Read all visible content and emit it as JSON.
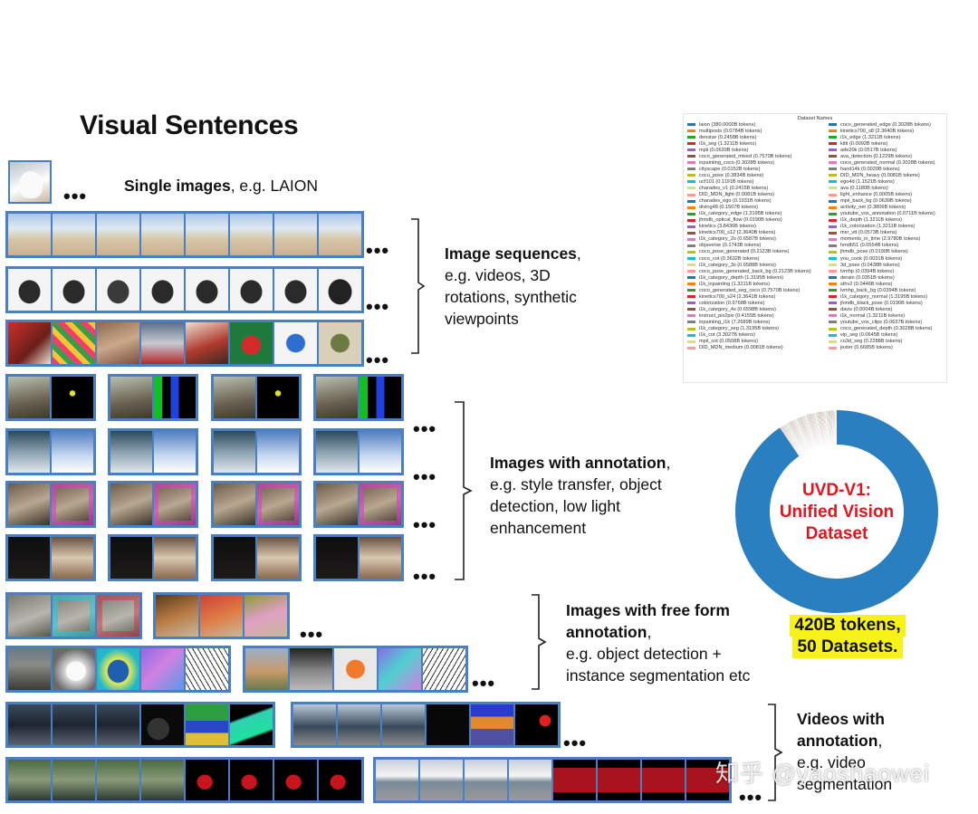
{
  "title": "Visual Sentences",
  "rows": {
    "single": {
      "bold": "Single images",
      "rest": ", e.g. LAION"
    },
    "sequences": {
      "bold": "Image sequences",
      "lines": [
        ",",
        "e.g. videos, 3D",
        "rotations, synthetic",
        "viewpoints"
      ]
    },
    "annotation": {
      "bold": "Images with annotation",
      "lines": [
        ",",
        "e.g. style transfer, object",
        "detection, low light",
        "enhancement"
      ]
    },
    "freeform": {
      "lines_bold": [
        "Images with free form",
        "annotation"
      ],
      "lines": [
        ",",
        " e.g. object detection +",
        "instance segmentation etc"
      ]
    },
    "videos": {
      "lines_bold": [
        "Videos with",
        "annotation"
      ],
      "lines": [
        ",",
        "e.g. video",
        "segmentation"
      ]
    }
  },
  "ellipsis": "•••",
  "legend": {
    "title": "Dataset Names",
    "left": [
      {
        "label": "laion (380.0000B tokens)",
        "color": "#1f77b4"
      },
      {
        "label": "multiposts (0.0784B tokens)",
        "color": "#ff7f0e"
      },
      {
        "label": "densise (0.2458B tokens)",
        "color": "#2ca02c"
      },
      {
        "label": "i1k_seg (1.3211B tokens)",
        "color": "#d62728"
      },
      {
        "label": "mpii (0.0639B tokens)",
        "color": "#9467bd"
      },
      {
        "label": "coco_generated_mixed (0.7570B tokens)",
        "color": "#8c564b"
      },
      {
        "label": "inpainting_coco (0.3028B tokens)",
        "color": "#e377c2"
      },
      {
        "label": "cityscape (0.0152B tokens)",
        "color": "#7f7f7f"
      },
      {
        "label": "cocu_pose (0.3834B tokens)",
        "color": "#bcbd22"
      },
      {
        "label": "ucf101 (0.1191B tokens)",
        "color": "#17becf"
      },
      {
        "label": "charades_v1 (0.2415B tokens)",
        "color": "#dbdb8d"
      },
      {
        "label": "DID_MDN_light (0.0081B tokens)",
        "color": "#ff9896"
      },
      {
        "label": "charades_ego (0.1931B tokens)",
        "color": "#1f77b4"
      },
      {
        "label": "diving48 (0.1507B tokens)",
        "color": "#ff7f0e"
      },
      {
        "label": "i1k_category_edge (1.3195B tokens)",
        "color": "#2ca02c"
      },
      {
        "label": "jhmdb_optical_flow (0.0190B tokens)",
        "color": "#d62728"
      },
      {
        "label": "kinetics (3.8436B tokens)",
        "color": "#9467bd"
      },
      {
        "label": "kinetics700_s12 (2.3640B tokens)",
        "color": "#8c564b"
      },
      {
        "label": "i1k_category_2s (0.6587B tokens)",
        "color": "#e377c2"
      },
      {
        "label": "objaverse (0.1743B tokens)",
        "color": "#7f7f7f"
      },
      {
        "label": "coco_pose_generated (0.2123B tokens)",
        "color": "#bcbd22"
      },
      {
        "label": "coco_cot (0.3632B tokens)",
        "color": "#17becf"
      },
      {
        "label": "i1k_category_3s (0.6588B tokens)",
        "color": "#dbdb8d"
      },
      {
        "label": "coco_pose_generated_back_bg (0.2123B tokens)",
        "color": "#ff9896"
      },
      {
        "label": "i1k_category_depth (1.3195B tokens)",
        "color": "#1f77b4"
      },
      {
        "label": "i1k_inpainting (1.3211B tokens)",
        "color": "#ff7f0e"
      },
      {
        "label": "coco_generated_seg_coco (0.7570B tokens)",
        "color": "#2ca02c"
      },
      {
        "label": "kinetics700_s24 (2.3641B tokens)",
        "color": "#d62728"
      },
      {
        "label": "colorization (0.9768B tokens)",
        "color": "#9467bd"
      },
      {
        "label": "i1k_category_4s (0.6598B tokens)",
        "color": "#8c564b"
      },
      {
        "label": "instruct_pix2pix (0.4155B tokens)",
        "color": "#e377c2"
      },
      {
        "label": "inpainting_i1k (7.2689B tokens)",
        "color": "#7f7f7f"
      },
      {
        "label": "i1k_category_seg (1.3195B tokens)",
        "color": "#bcbd22"
      },
      {
        "label": "i1k_cot (3.3027B tokens)",
        "color": "#17becf"
      },
      {
        "label": "mpii_cot (0.0508B tokens)",
        "color": "#dbdb8d"
      },
      {
        "label": "DID_MDN_medium (0.0081B tokens)",
        "color": "#ff9896"
      }
    ],
    "right": [
      {
        "label": "coco_generated_edge (0.3028B tokens)",
        "color": "#1f77b4"
      },
      {
        "label": "kinetics700_s8 (2.3640B tokens)",
        "color": "#ff7f0e"
      },
      {
        "label": "i1k_edge (1.3211B tokens)",
        "color": "#2ca02c"
      },
      {
        "label": "kitti (0.0092B tokens)",
        "color": "#d62728"
      },
      {
        "label": "ade20k (0.0517B tokens)",
        "color": "#9467bd"
      },
      {
        "label": "ava_detection (0.1229B tokens)",
        "color": "#8c564b"
      },
      {
        "label": "coco_generated_normal (0.3028B tokens)",
        "color": "#e377c2"
      },
      {
        "label": "hand14k (0.0020B tokens)",
        "color": "#7f7f7f"
      },
      {
        "label": "DID_MDN_heavy (0.0081B tokens)",
        "color": "#bcbd22"
      },
      {
        "label": "ego4d (1.1521B tokens)",
        "color": "#17becf"
      },
      {
        "label": "ava (0.1180B tokens)",
        "color": "#dbdb8d"
      },
      {
        "label": "light_enhance (0.0005B tokens)",
        "color": "#ff9896"
      },
      {
        "label": "mpii_back_bg (0.0639B tokens)",
        "color": "#1f77b4"
      },
      {
        "label": "activity_net (0.3806B tokens)",
        "color": "#ff7f0e"
      },
      {
        "label": "youtube_vos_annotation (0.0711B tokens)",
        "color": "#2ca02c"
      },
      {
        "label": "i1k_depth (1.3211B tokens)",
        "color": "#d62728"
      },
      {
        "label": "i1k_colorization (1.3211B tokens)",
        "color": "#9467bd"
      },
      {
        "label": "msr_vtt (0.0573B tokens)",
        "color": "#8c564b"
      },
      {
        "label": "moments_in_time (2.9780B tokens)",
        "color": "#e377c2"
      },
      {
        "label": "hmdb51 (0.0554B tokens)",
        "color": "#7f7f7f"
      },
      {
        "label": "jhmdb_pose (0.0190B tokens)",
        "color": "#bcbd22"
      },
      {
        "label": "you_cook (0.0031B tokens)",
        "color": "#17becf"
      },
      {
        "label": "3d_pose (0.0438B tokens)",
        "color": "#dbdb8d"
      },
      {
        "label": "lvmhp (0.0394B tokens)",
        "color": "#ff9896"
      },
      {
        "label": "derain (0.0351B tokens)",
        "color": "#1f77b4"
      },
      {
        "label": "sthv2 (0.0446B tokens)",
        "color": "#ff7f0e"
      },
      {
        "label": "lvmhp_back_bg (0.0394B tokens)",
        "color": "#2ca02c"
      },
      {
        "label": "i1k_category_normal (1.3195B tokens)",
        "color": "#d62728"
      },
      {
        "label": "jhmdb_black_pose (0.0190B tokens)",
        "color": "#9467bd"
      },
      {
        "label": "davis (0.0004B tokens)",
        "color": "#8c564b"
      },
      {
        "label": "i1k_normal (1.3211B tokens)",
        "color": "#e377c2"
      },
      {
        "label": "youtube_vos_clips (0.0637B tokens)",
        "color": "#7f7f7f"
      },
      {
        "label": "coco_generated_depth (0.3028B tokens)",
        "color": "#bcbd22"
      },
      {
        "label": "vip_seg (0.0645B tokens)",
        "color": "#17becf"
      },
      {
        "label": "co3d_seg (0.2288B tokens)",
        "color": "#dbdb8d"
      },
      {
        "label": "jester (0.6685B tokens)",
        "color": "#ff9896"
      }
    ]
  },
  "donut": {
    "center_lines": [
      "UVD-V1:",
      "Unified Vision",
      "Dataset"
    ],
    "main_color": "#2a7fc0",
    "center_color": "#e3141e",
    "main_fraction": 0.905
  },
  "highlight_lines": [
    "420B tokens,",
    "50 Datasets."
  ],
  "watermark": "知乎 @yaoshaowei"
}
